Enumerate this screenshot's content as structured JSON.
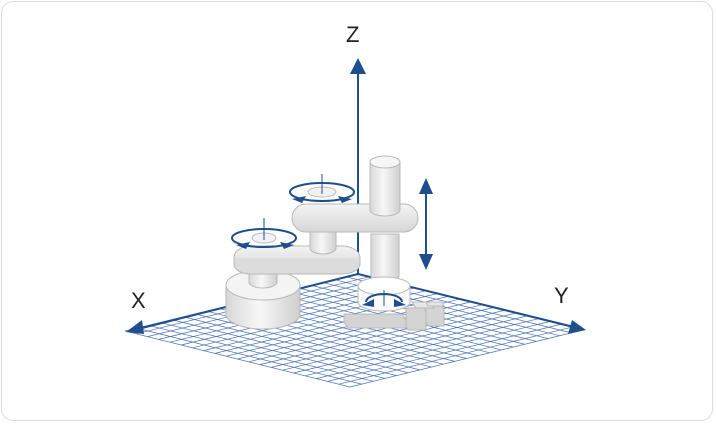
{
  "diagram": {
    "axis_labels": {
      "x": "X",
      "y": "Y",
      "z": "Z"
    },
    "colors": {
      "axis": "#1f4e8c",
      "grid": "#2a5aa8",
      "robot_body": "#efefef",
      "robot_outline": "#bdbdbd",
      "robot_shadow": "#cfcfcf"
    }
  }
}
